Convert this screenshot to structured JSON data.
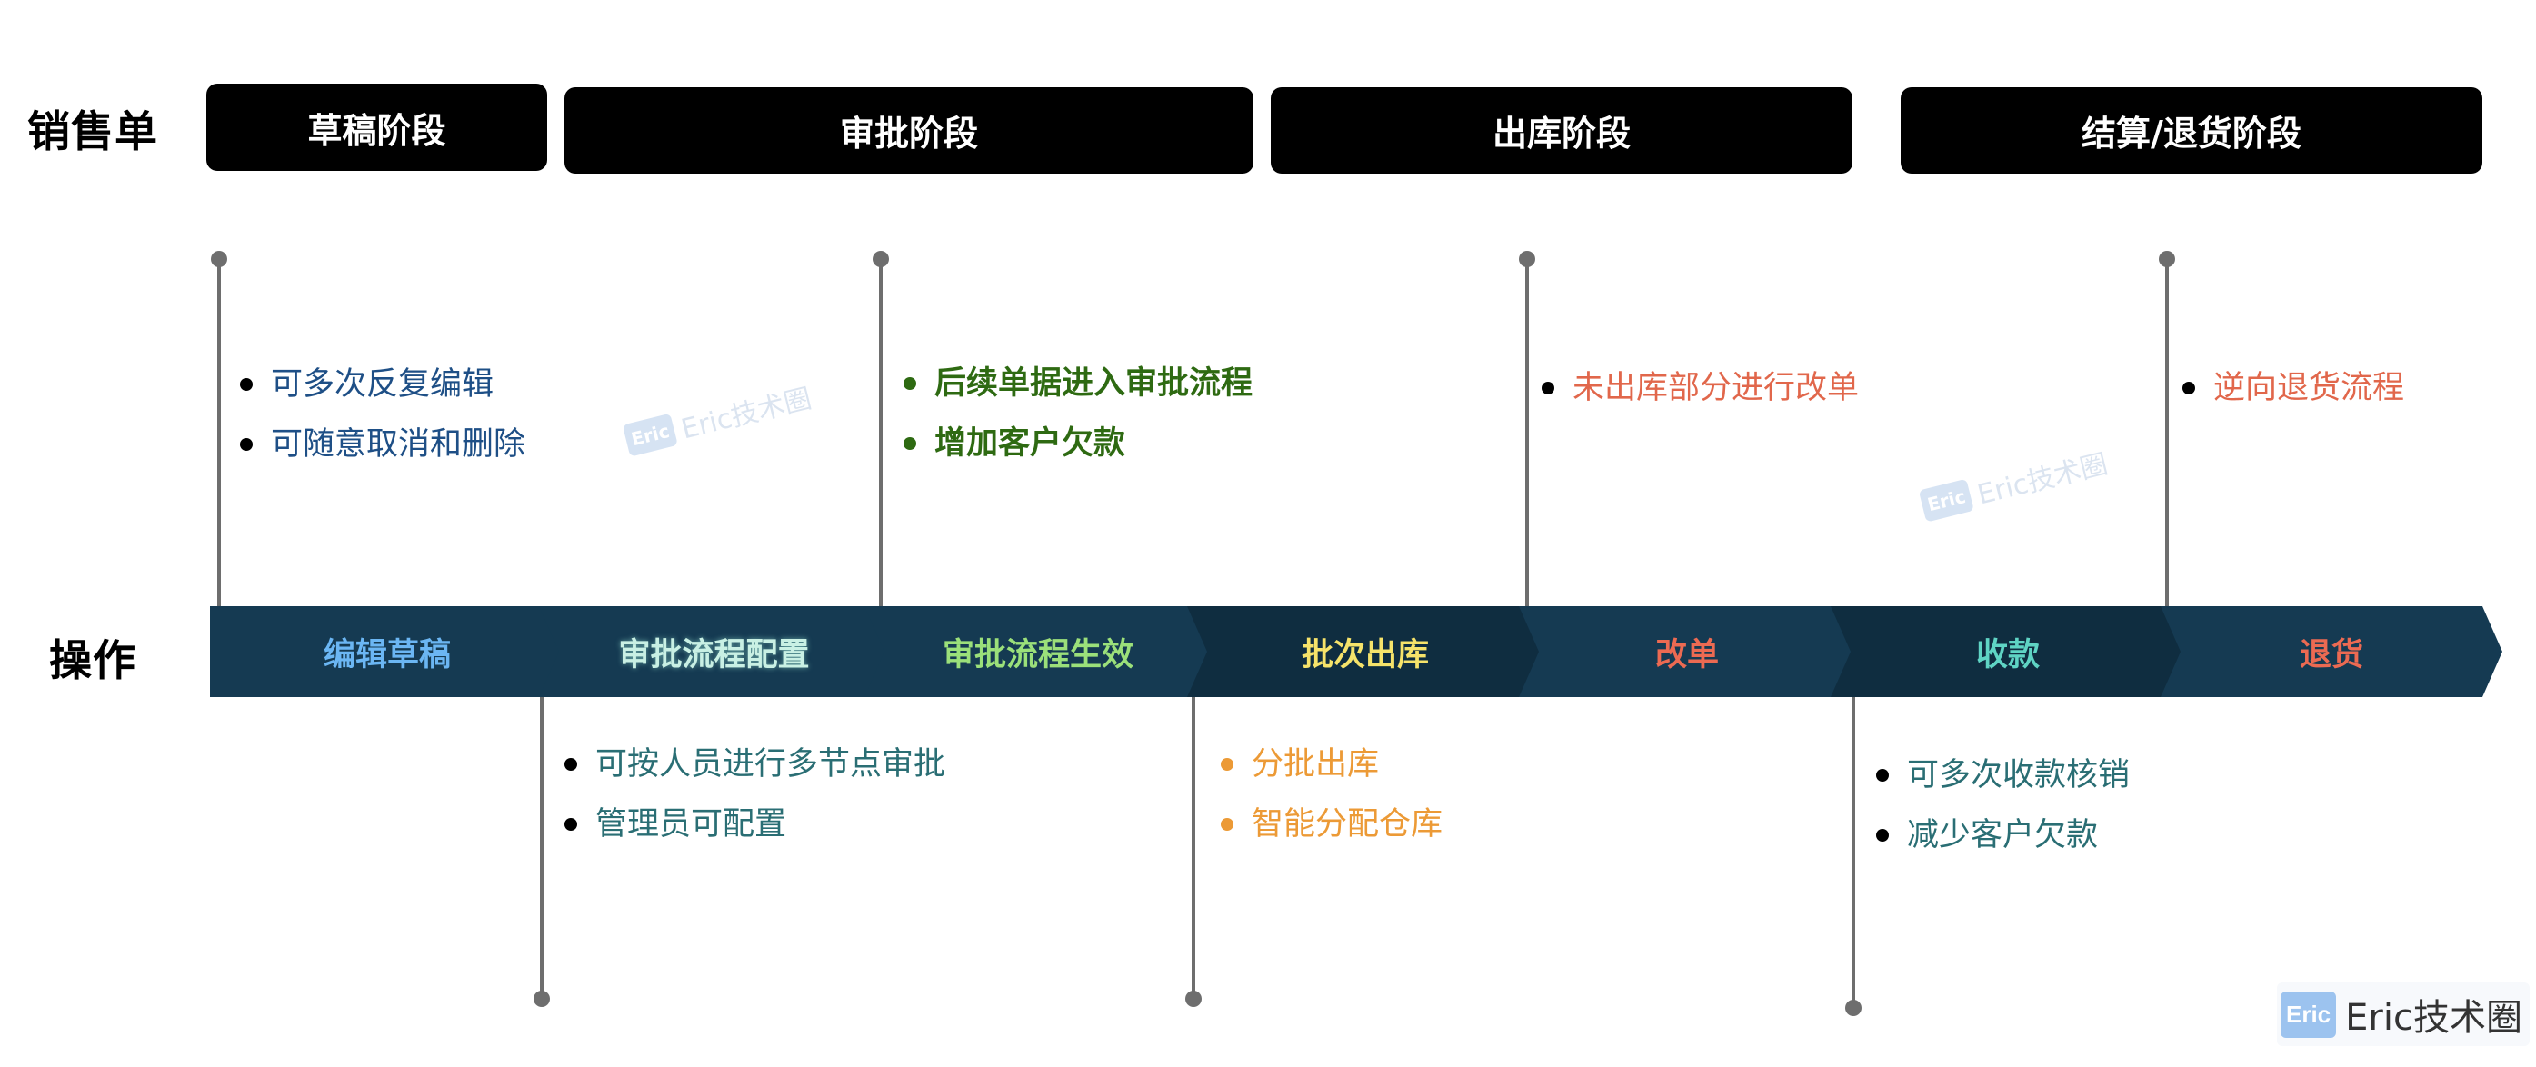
{
  "labels": {
    "sales_order": "销售单",
    "operations": "操作"
  },
  "stages": [
    "草稿阶段",
    "审批阶段",
    "出库阶段",
    "结算/退货阶段"
  ],
  "steps": [
    {
      "label": "编辑草稿",
      "color": "#6bb6f3"
    },
    {
      "label": "审批流程配置",
      "color": "#c9f0e4"
    },
    {
      "label": "审批流程生效",
      "color": "#9be07a"
    },
    {
      "label": "批次出库",
      "color": "#f6e36a"
    },
    {
      "label": "改单",
      "color": "#ec6a52"
    },
    {
      "label": "收款",
      "color": "#5fd4c4"
    },
    {
      "label": "退货",
      "color": "#ec6a52"
    }
  ],
  "notes_top": [
    {
      "items": [
        "可多次反复编辑",
        "可随意取消和删除"
      ],
      "color": "#1e4f86",
      "bullet": "#000000"
    },
    {
      "items": [
        "后续单据进入审批流程",
        "增加客户欠款"
      ],
      "color": "#2e6a12",
      "bullet": "#2e6a12"
    },
    {
      "items": [
        "未出库部分进行改单"
      ],
      "color": "#e1674b",
      "bullet": "#000000"
    },
    {
      "items": [
        "逆向退货流程"
      ],
      "color": "#e1674b",
      "bullet": "#000000"
    }
  ],
  "notes_bottom": [
    {
      "items": [
        "可按人员进行多节点审批",
        "管理员可配置"
      ],
      "color": "#2a6e74",
      "bullet": "#000000"
    },
    {
      "items": [
        "分批出库",
        "智能分配仓库"
      ],
      "color": "#ec9a36",
      "bullet": "#ec9a36"
    },
    {
      "items": [
        "可多次收款核销",
        "减少客户欠款"
      ],
      "color": "#2a6e74",
      "bullet": "#000000"
    }
  ],
  "watermark": {
    "badge": "Eric",
    "text": "Eric技术圈"
  },
  "logo": {
    "badge": "Eric",
    "text": "Eric技术圈"
  }
}
